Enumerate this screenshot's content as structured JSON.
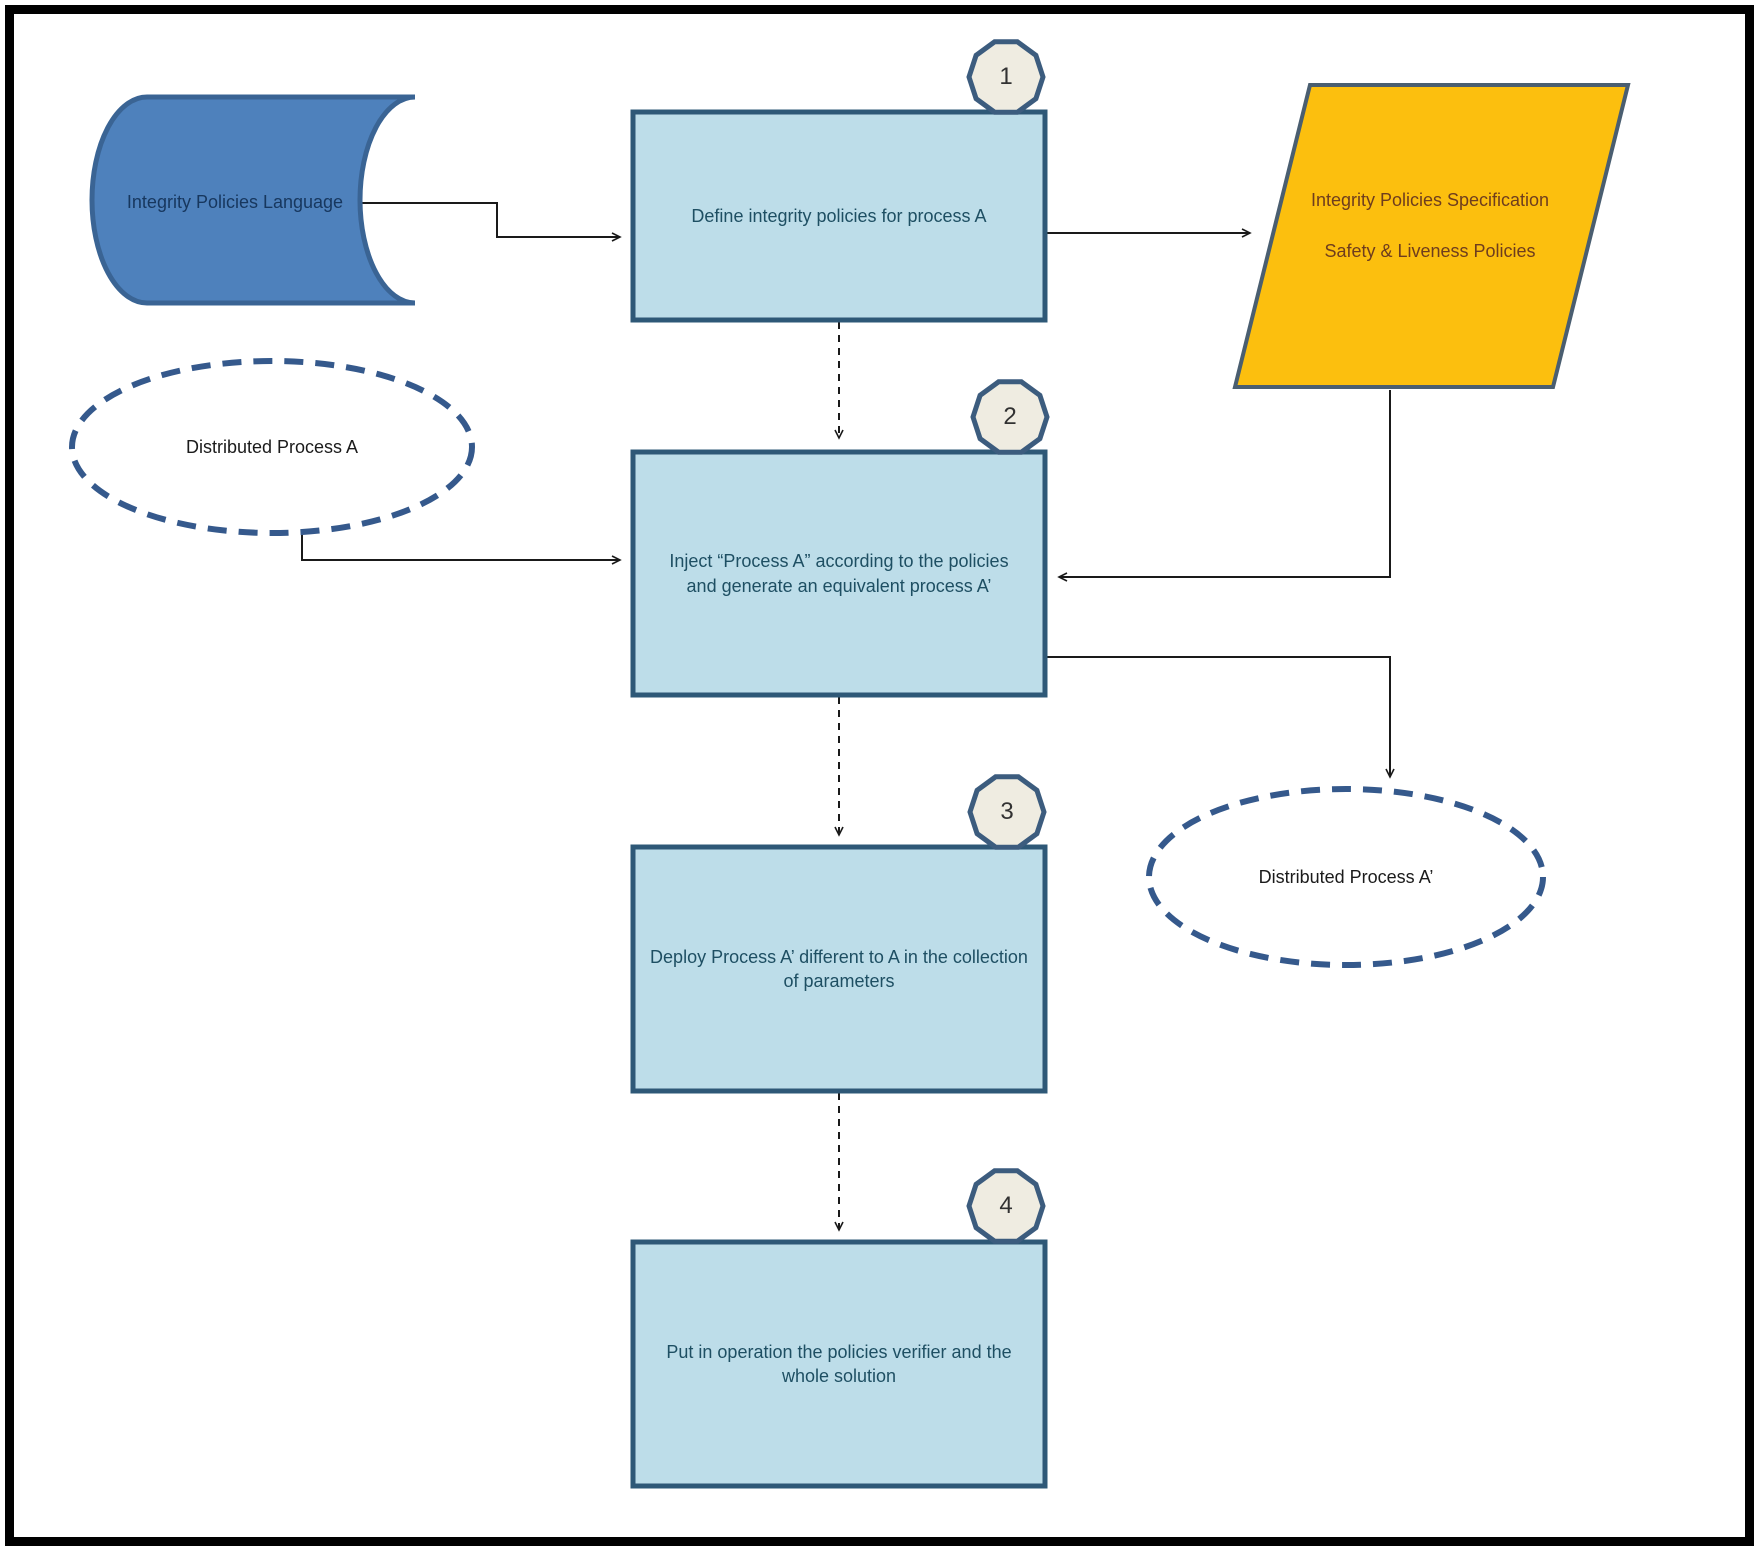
{
  "nodes": {
    "language": {
      "label": "Integrity Policies Language"
    },
    "step1": {
      "label": "Define integrity policies for process A",
      "badge": "1"
    },
    "spec": {
      "line1": "Integrity Policies Specification",
      "line2": "Safety & Liveness Policies"
    },
    "process_a": {
      "label": "Distributed Process A"
    },
    "step2": {
      "label": "Inject “Process A” according to the policies and generate an equivalent process A’",
      "badge": "2"
    },
    "step3": {
      "label": "Deploy Process A’ different to A in the collection of parameters",
      "badge": "3"
    },
    "process_a_prime": {
      "label": "Distributed Process A’"
    },
    "step4": {
      "label": "Put in operation the policies verifier and the whole solution",
      "badge": "4"
    }
  },
  "colors": {
    "process_fill": "#BDDDE9",
    "process_border": "#2E5877",
    "process_text": "#1E4F63",
    "stored_data_fill": "#4E81BC",
    "stored_data_border": "#3A6494",
    "stored_data_text": "#17375E",
    "data_fill": "#FCBF0E",
    "data_border": "#4A5E70",
    "data_text": "#6E3D1E",
    "ellipse_border": "#35598C",
    "badge_fill": "#EFECE1",
    "badge_border": "#3C5C7E",
    "connector": "#1a1a1a",
    "frame": "#000000"
  }
}
